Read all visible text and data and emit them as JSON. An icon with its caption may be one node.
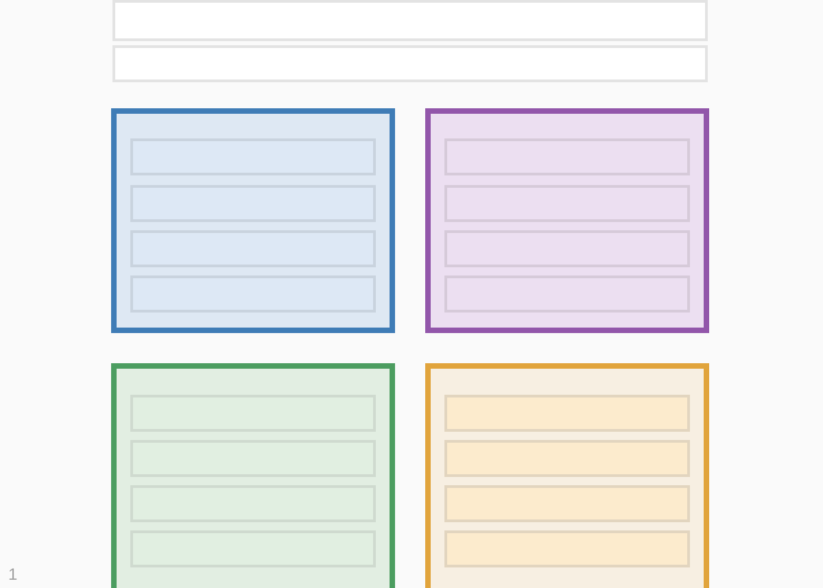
{
  "diagram": {
    "nodes": [
      {
        "text": [],
        "shape": "box"
      },
      {
        "text": [],
        "shape": "box"
      },
      {
        "text": [],
        "shape": "box"
      },
      {
        "text": [],
        "shape": "box",
        "in": 2
      },
      {
        "text": [],
        "shape": "box",
        "in": 2
      },
      {
        "text": [],
        "shape": "box",
        "in": 2
      },
      {
        "text": [],
        "shape": "box",
        "in": 2
      },
      {
        "text": [],
        "shape": "box"
      },
      {
        "text": [],
        "shape": "box",
        "in": 7
      },
      {
        "text": [],
        "shape": "box",
        "in": 7
      },
      {
        "text": [],
        "shape": "box",
        "in": 7
      },
      {
        "text": [],
        "shape": "box",
        "in": 7
      },
      {
        "text": [],
        "shape": "box"
      },
      {
        "text": [],
        "shape": "box",
        "in": 12
      },
      {
        "text": [],
        "shape": "box",
        "in": 12
      },
      {
        "text": [],
        "shape": "box",
        "in": 12
      },
      {
        "text": [],
        "shape": "box",
        "in": 12
      },
      {
        "text": [],
        "shape": "box"
      },
      {
        "text": [],
        "shape": "box",
        "in": 17
      },
      {
        "text": [],
        "shape": "box",
        "in": 17
      },
      {
        "text": [],
        "shape": "box",
        "in": 17
      },
      {
        "text": [],
        "shape": "box",
        "in": 17
      }
    ],
    "labels": [
      "1"
    ]
  }
}
